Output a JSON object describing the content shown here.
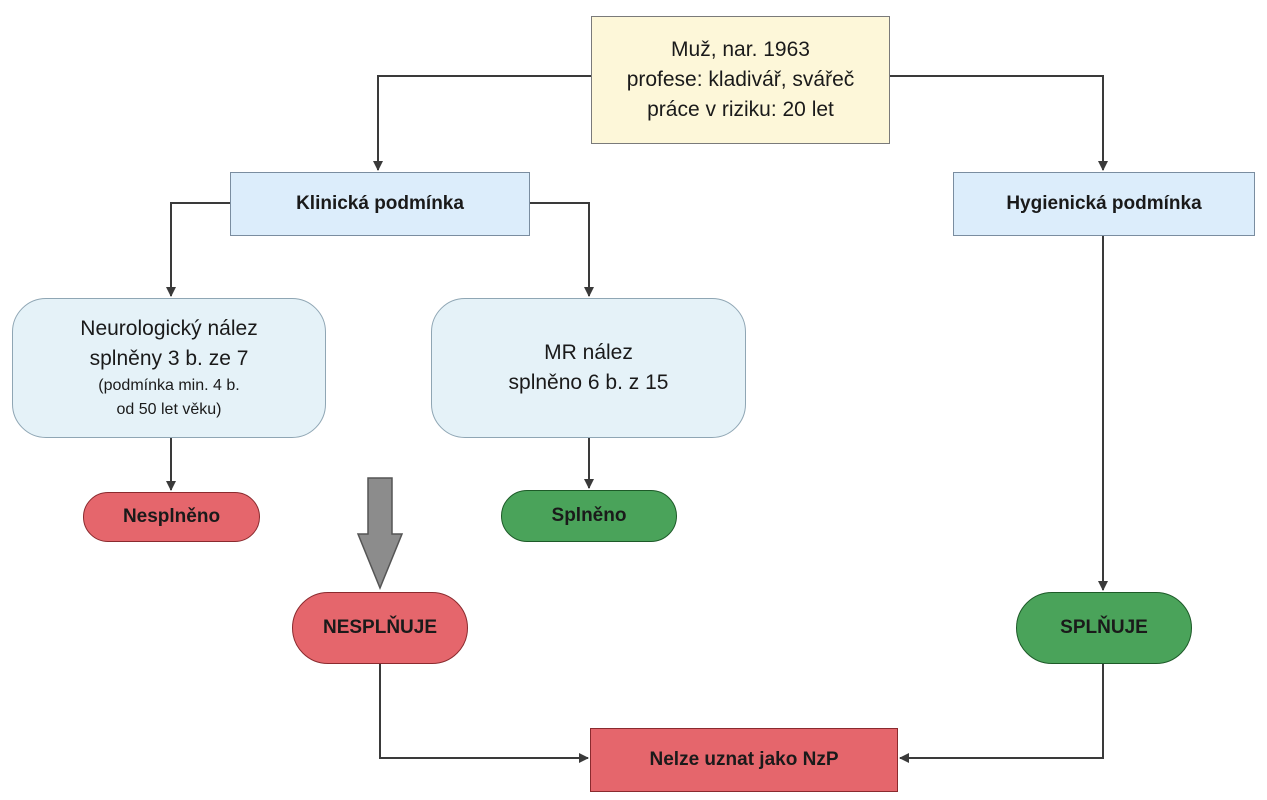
{
  "diagram": {
    "root": {
      "lines": [
        "Muž, nar. 1963",
        "profese: kladivář, svářeč",
        "práce v riziku: 20 let"
      ]
    },
    "clinical_condition": "Klinická podmínka",
    "hygienic_condition": "Hygienická podmínka",
    "neuro_finding": {
      "lines": [
        "Neurologický nález",
        "splněny 3 b. ze 7"
      ],
      "note_lines": [
        "(podmínka min. 4 b.",
        "od 50 let věku)"
      ]
    },
    "mr_finding": {
      "lines": [
        "MR nález",
        "splněno 6 b. z 15"
      ]
    },
    "neuro_result": "Nesplněno",
    "mr_result": "Splněno",
    "clinical_verdict": "NESPLŇUJE",
    "hygienic_verdict": "SPLŇUJE",
    "final_result": "Nelze uznat jako NzP",
    "colors": {
      "root_fill": "#fdf7d9",
      "condition_fill": "#dcedfb",
      "finding_fill": "#e5f2f8",
      "negative_fill": "#e5666c",
      "positive_fill": "#4aa35a",
      "connector": "#3a3a3a",
      "big_arrow": "#8c8c8c"
    }
  }
}
